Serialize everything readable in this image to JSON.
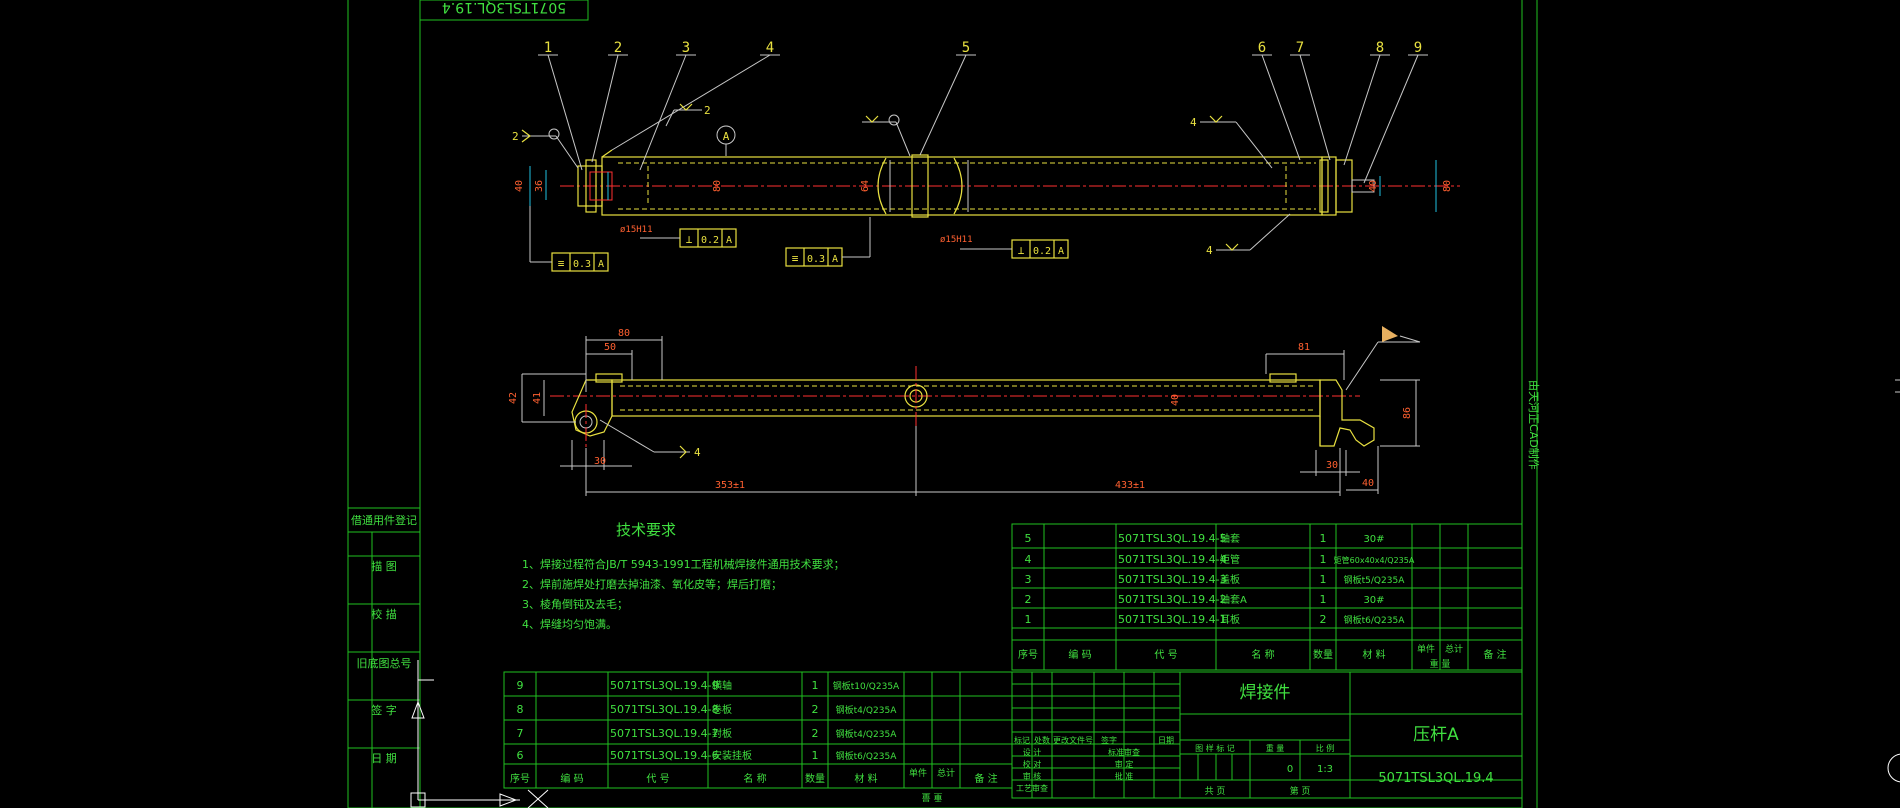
{
  "drawing": {
    "title_block": {
      "part_name": "压杆A",
      "part_code": "5071TSL3QL.19.4",
      "type_label": "焊接件",
      "scale": "1:3",
      "weight": "0",
      "rows_small": [
        "标记",
        "处数",
        "更改文件号",
        "签字",
        "日期"
      ],
      "roles": [
        "设 计",
        "校 对",
        "审 核",
        "工艺审查"
      ],
      "roles_right": [
        "标准审查",
        "审 定",
        "批 准"
      ],
      "stage_labels": [
        "图 样 标 记",
        "重 量",
        "比 例"
      ],
      "sheet_labels": [
        "共 页",
        "第 页"
      ]
    },
    "top_code": "5071TSL3QL.19.4",
    "side_text": "由天河正CAD制作",
    "left_strip": [
      "借通用件登记",
      "描 图",
      "校 描",
      "旧底图总号",
      "签 字",
      "日 期"
    ],
    "tech_req": {
      "title": "技术要求",
      "items": [
        "1、焊接过程符合JB/T 5943-1991工程机械焊接件通用技术要求；",
        "2、焊前施焊处打磨去掉油漆、氧化皮等；焊后打磨；",
        "3、棱角倒钝及去毛；",
        "4、焊缝均匀饱满。"
      ]
    },
    "bom_right": {
      "rows": [
        {
          "no": "5",
          "code": "5071TSL3QL.19.4-5",
          "name": "轴套",
          "qty": "1",
          "material": "30#"
        },
        {
          "no": "4",
          "code": "5071TSL3QL.19.4-4",
          "name": "矩管",
          "qty": "1",
          "material": "矩管60x40x4/Q235A"
        },
        {
          "no": "3",
          "code": "5071TSL3QL.19.4-3",
          "name": "盖板",
          "qty": "1",
          "material": "钢板t5/Q235A"
        },
        {
          "no": "2",
          "code": "5071TSL3QL.19.4-2",
          "name": "轴套A",
          "qty": "1",
          "material": "30#"
        },
        {
          "no": "1",
          "code": "5071TSL3QL.19.4-1",
          "name": "耳板",
          "qty": "2",
          "material": "钢板t6/Q235A"
        }
      ],
      "header": [
        "序号",
        "编 码",
        "代 号",
        "名 称",
        "数量",
        "材 料",
        "单件",
        "总计",
        "备 注"
      ],
      "weight_label": "重 量"
    },
    "bom_left": {
      "rows": [
        {
          "no": "9",
          "code": "5071TSL3QL.19.4-9",
          "name": "横轴",
          "qty": "1",
          "material": "钢板t10/Q235A"
        },
        {
          "no": "8",
          "code": "5071TSL3QL.19.4-8",
          "name": "卷板",
          "qty": "2",
          "material": "钢板t4/Q235A"
        },
        {
          "no": "7",
          "code": "5071TSL3QL.19.4-7",
          "name": "封板",
          "qty": "2",
          "material": "钢板t4/Q235A"
        },
        {
          "no": "6",
          "code": "5071TSL3QL.19.4-6",
          "name": "安装挂板",
          "qty": "1",
          "material": "钢板t6/Q235A"
        }
      ],
      "header": [
        "序号",
        "编 码",
        "代 号",
        "名 称",
        "数量",
        "材 料",
        "单件",
        "总计",
        "备 注"
      ],
      "weight_label": "重 量"
    },
    "balloons": [
      "1",
      "2",
      "3",
      "4",
      "5",
      "6",
      "7",
      "8",
      "9"
    ],
    "dims_top": [
      "40",
      "36",
      "80",
      "ø15H11",
      "ø15H11",
      "64",
      "40",
      "80"
    ],
    "tolerances": [
      {
        "sym": "⊥",
        "val": "0.2",
        "ref": "A"
      },
      {
        "sym": "≡",
        "val": "0.3",
        "ref": "A"
      },
      {
        "sym": "≡",
        "val": "0.3",
        "ref": "A"
      },
      {
        "sym": "⊥",
        "val": "0.2",
        "ref": "A"
      }
    ],
    "datum": "A",
    "dims_bottom": {
      "d80": "80",
      "d50": "50",
      "d81": "81",
      "d42": "42",
      "d41": "41",
      "d30a": "30",
      "d30b": "30",
      "d40a": "40",
      "d40b": "40",
      "d86": "86",
      "d353": "353±1",
      "d433": "433±1"
    },
    "weld_numbers": [
      "2",
      "2",
      "4",
      "4",
      "4"
    ]
  }
}
